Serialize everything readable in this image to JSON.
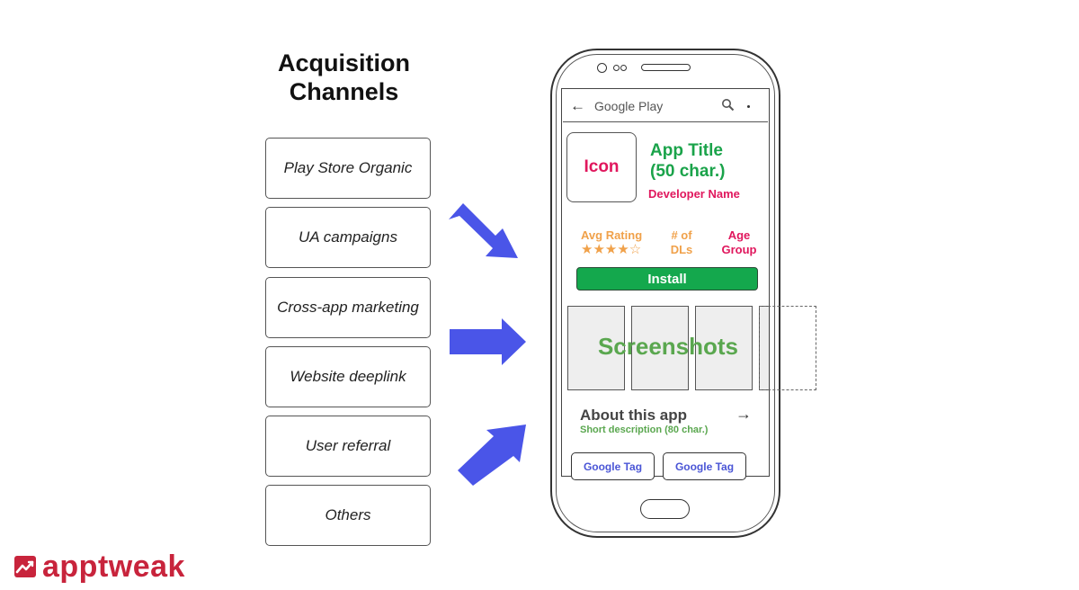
{
  "title": "Acquisition Channels",
  "channels": [
    "Play Store Organic",
    "UA campaigns",
    "Cross-app marketing",
    "Website deeplink",
    "User referral",
    "Others"
  ],
  "store": {
    "name": "Google Play",
    "icon_label": "Icon",
    "app_title_line1": "App Title",
    "app_title_line2": "(50 char.)",
    "developer": "Developer Name",
    "rating_label": "Avg Rating",
    "rating_stars": "★★★★☆",
    "downloads_line1": "# of",
    "downloads_line2": "DLs",
    "age_line1": "Age",
    "age_line2": "Group",
    "install": "Install",
    "screenshots": "Screenshots",
    "about": "About this app",
    "about_arrow": "→",
    "short_description": "Short description (80 char.)",
    "tags": [
      "Google Tag",
      "Google Tag"
    ]
  },
  "brand": "apptweak",
  "colors": {
    "arrow": "#4a55e8",
    "green": "#14a84d",
    "pink": "#e0175d",
    "orange": "#f0a14a",
    "brand": "#c8243c"
  },
  "icons": [
    "back-arrow-icon",
    "search-icon",
    "overflow-menu-icon",
    "right-arrow-icon",
    "apptweak-logo-icon"
  ]
}
